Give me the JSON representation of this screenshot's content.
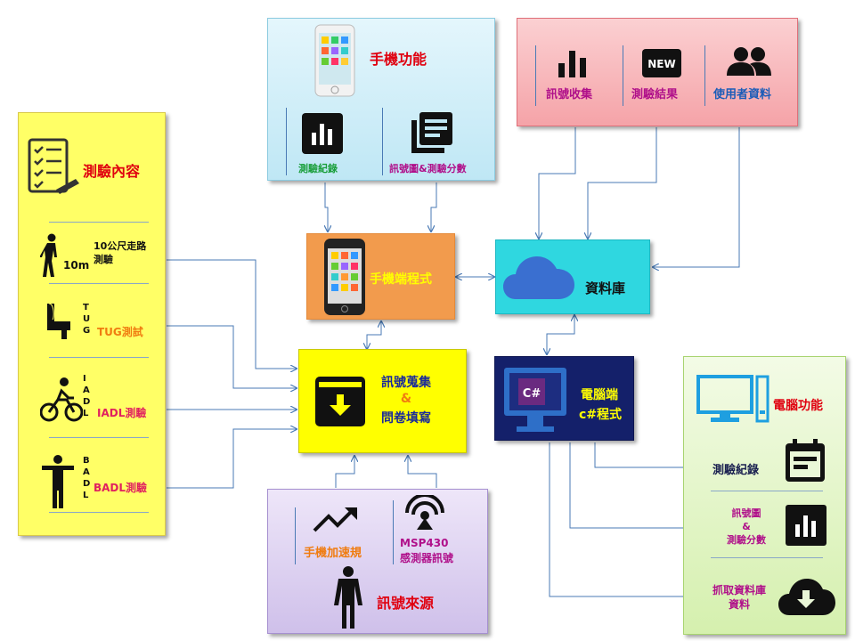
{
  "test_panel": {
    "title": "測驗內容",
    "items": [
      {
        "label": "10公尺走路\n測驗",
        "sublabel": "10m"
      },
      {
        "label": "TUG測試",
        "vertical": "TUG"
      },
      {
        "label": "IADL測驗",
        "vertical": "IADL"
      },
      {
        "label": "BADL測驗",
        "vertical": "BADL"
      }
    ]
  },
  "phone_features": {
    "title": "手機功能",
    "items": [
      "測驗紀錄",
      "訊號圖&測驗分數"
    ]
  },
  "data_panel": {
    "items": [
      "訊號收集",
      "測驗結果",
      "使用者資料"
    ],
    "new_badge": "NEW"
  },
  "phone_app": {
    "label": "手機端程式"
  },
  "database": {
    "label": "資料庫"
  },
  "collector": {
    "line1": "訊號蒐集",
    "line2": "&",
    "line3": "問卷填寫"
  },
  "pc_app": {
    "line1": "電腦端",
    "line2": "c#程式",
    "icon_text": "C#"
  },
  "pc_features": {
    "title": "電腦功能",
    "items": [
      "測驗紀錄",
      "訊號圖\n&\n測驗分數",
      "抓取資料庫\n資料"
    ]
  },
  "signal_source": {
    "title": "訊號來源",
    "items": [
      "手機加速規",
      "MSP430\n感測器訊號"
    ]
  },
  "colors": {
    "yellow_panel": "#ffff66",
    "blue_panel": "#c6ecf7",
    "pink_panel": "#f5a3a8",
    "green_panel": "#e2f5c4",
    "purple_panel": "#dccff0",
    "orange_box": "#f29b4d",
    "cyan_box": "#2fd7e0",
    "navy_box": "#14206a"
  }
}
